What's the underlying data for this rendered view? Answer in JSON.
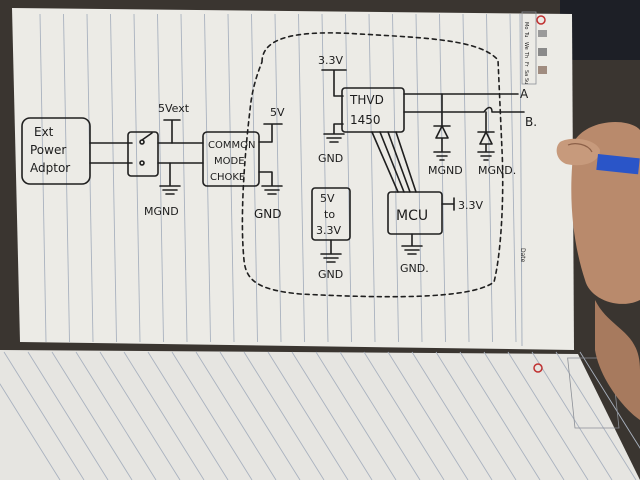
{
  "colors": {
    "paper": "#ecebe6",
    "paper_shadow": "#d6d4cf",
    "rule_line": "#a9b2bf",
    "ink": "#1f1f1f",
    "background": "#3a3530",
    "skin": "#b98a6c",
    "pen": "#2a55c8"
  },
  "blocks": {
    "adaptor": [
      "Ext",
      "Power",
      "Adptor"
    ],
    "choke": [
      "COMMON",
      "MODE",
      "CHOKE"
    ],
    "converter": [
      "5V",
      "to",
      "3.3V"
    ],
    "transceiver": [
      "THVD",
      "1450"
    ],
    "mcu": "MCU"
  },
  "labels": {
    "five_v_ext": "5Vext",
    "five_v": "5V",
    "three_v3_top": "3.3V",
    "three_v3_mcu": "3.3V",
    "line_a": "A",
    "line_b": "B.",
    "mgnd_switch": "MGND",
    "mgnd_tvs_1": "MGND",
    "mgnd_tvs_2": "MGND.",
    "gnd_choke": "GND",
    "gnd_transceiver": "GND",
    "gnd_converter": "GND",
    "gnd_mcu": "GND."
  },
  "notebook": {
    "weekdays": [
      "Mo",
      "Tu",
      "We",
      "Th",
      "Fr",
      "Sa",
      "Su"
    ],
    "date_label": "Date"
  }
}
